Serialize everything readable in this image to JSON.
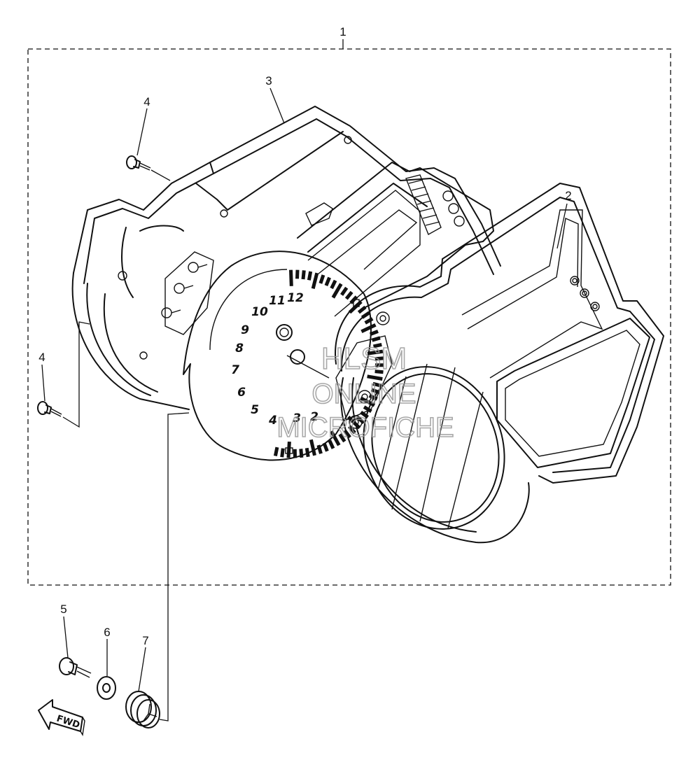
{
  "diagram": {
    "callouts": [
      {
        "id": "1",
        "label": "1"
      },
      {
        "id": "2",
        "label": "2"
      },
      {
        "id": "3",
        "label": "3"
      },
      {
        "id": "4a",
        "label": "4"
      },
      {
        "id": "4b",
        "label": "4"
      },
      {
        "id": "5",
        "label": "5"
      },
      {
        "id": "6",
        "label": "6"
      },
      {
        "id": "7",
        "label": "7"
      }
    ],
    "tachometer_numbers": [
      "12",
      "11",
      "10",
      "9",
      "8",
      "7",
      "6",
      "5",
      "4",
      "3",
      "2"
    ],
    "direction_arrow_label": "FWD",
    "watermark": {
      "line1": "HLSM",
      "line2": "ONLINE",
      "line3": "MICROFICHE"
    }
  }
}
